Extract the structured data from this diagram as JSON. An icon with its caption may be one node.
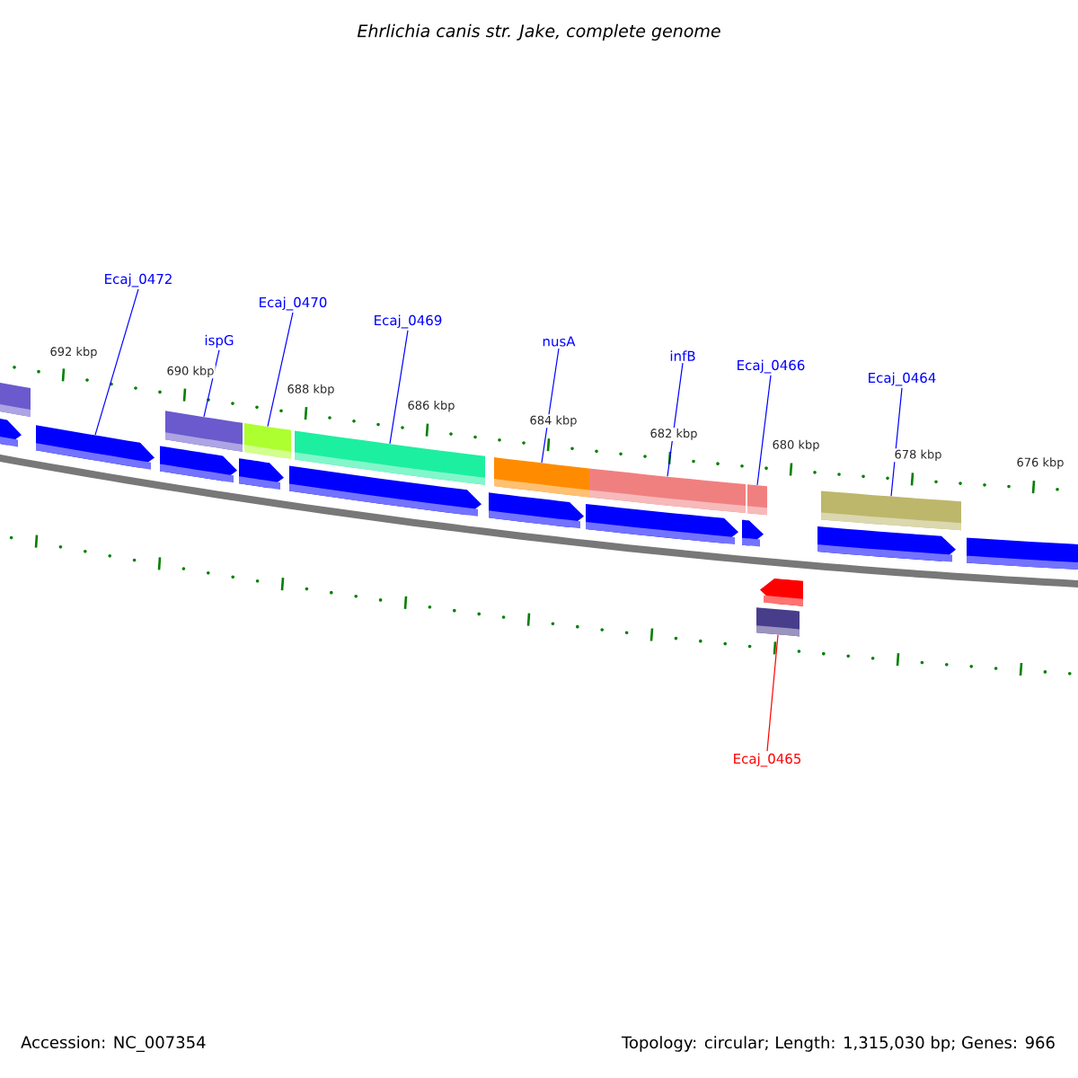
{
  "diagram": {
    "title": "Ehrlichia canis str. Jake, complete genome",
    "nodes": [
      {
        "text": [
          "Ecaj_0472"
        ]
      },
      {
        "text": [
          "ispG"
        ]
      },
      {
        "text": [
          "Ecaj_0470"
        ]
      },
      {
        "text": [
          "Ecaj_0469"
        ]
      },
      {
        "text": [
          "nusA"
        ]
      },
      {
        "text": [
          "infB"
        ]
      },
      {
        "text": [
          "Ecaj_0466"
        ]
      },
      {
        "text": [
          "Ecaj_0464"
        ]
      },
      {
        "text": [
          "Ecaj_0465"
        ]
      },
      {
        "text": [],
        "shape": "box"
      },
      {
        "text": [],
        "shape": "box"
      },
      {
        "text": [],
        "shape": "box"
      },
      {
        "text": [],
        "shape": "box"
      },
      {
        "text": [],
        "shape": "box"
      },
      {
        "text": [],
        "shape": "box"
      },
      {
        "text": [],
        "shape": "box"
      },
      {
        "text": [],
        "shape": "box"
      },
      {
        "text": [],
        "shape": "pentagon"
      },
      {
        "text": [],
        "shape": "pentagon"
      },
      {
        "text": [],
        "shape": "pentagon"
      },
      {
        "text": [],
        "shape": "pentagon"
      },
      {
        "text": [],
        "shape": "pentagon"
      },
      {
        "text": [],
        "shape": "pentagon"
      },
      {
        "text": [],
        "shape": "pentagon"
      },
      {
        "text": [],
        "shape": "pentagon"
      },
      {
        "text": [],
        "shape": "pentagon"
      },
      {
        "text": [],
        "shape": "pentagon"
      },
      {
        "text": [],
        "shape": "pentagon"
      },
      {
        "text": [],
        "shape": "box"
      }
    ],
    "edges": [
      {
        "from": 0,
        "to": 18,
        "arrow": "none"
      },
      {
        "from": 1,
        "to": 10,
        "arrow": "none"
      },
      {
        "from": 2,
        "to": 11,
        "arrow": "none"
      },
      {
        "from": 3,
        "to": 12,
        "arrow": "none"
      },
      {
        "from": 4,
        "to": 13,
        "arrow": "none"
      },
      {
        "from": 5,
        "to": 14,
        "arrow": "none"
      },
      {
        "from": 6,
        "to": 15,
        "arrow": "none"
      },
      {
        "from": 7,
        "to": 16,
        "arrow": "none"
      },
      {
        "from": 8,
        "to": 28,
        "arrow": "none",
        "color": "#ff0000"
      }
    ],
    "labels": [
      "692 kbp",
      "690 kbp",
      "688 kbp",
      "686 kbp",
      "684 kbp",
      "682 kbp",
      "680 kbp",
      "678 kbp",
      "676 kbp",
      "Accession: NC_007354",
      "Topology: circular; Length: 1,315,030 bp; Genes: 966"
    ]
  }
}
